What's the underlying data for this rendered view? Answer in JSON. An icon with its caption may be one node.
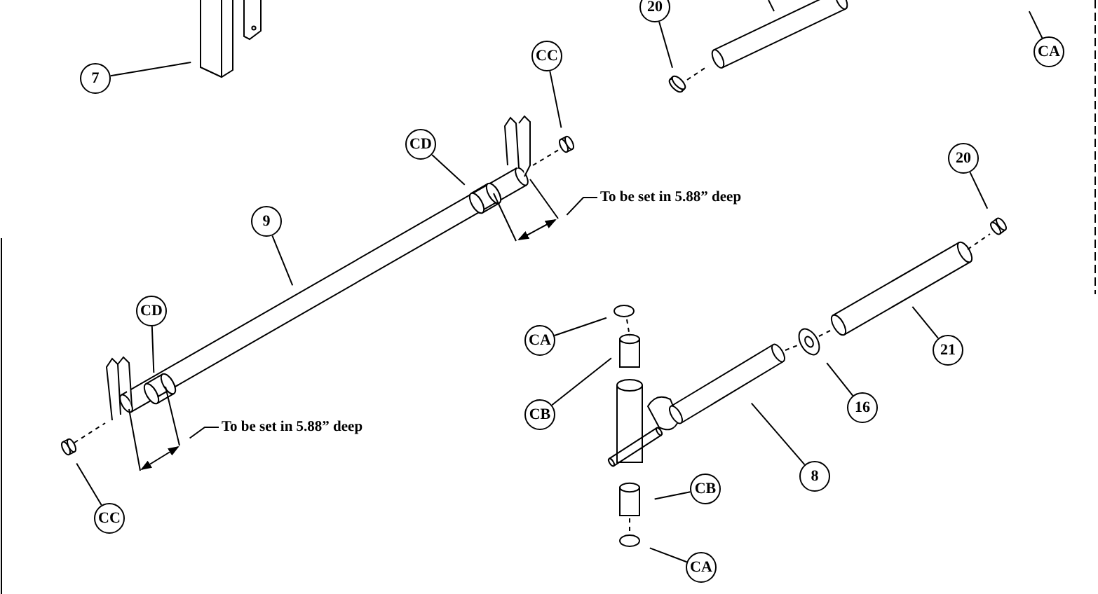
{
  "diagram": {
    "nodes": [
      {
        "text": [
          "20"
        ]
      },
      {
        "text": [
          "7"
        ]
      },
      {
        "text": [
          "CC"
        ]
      },
      {
        "text": [
          "CA"
        ]
      },
      {
        "text": [
          "CD"
        ]
      },
      {
        "text": [
          "20"
        ]
      },
      {
        "text": [
          "9"
        ]
      },
      {
        "text": [
          "To be set in 5.88” deep"
        ]
      },
      {
        "text": [
          "CD"
        ]
      },
      {
        "text": [
          "CA"
        ]
      },
      {
        "text": [
          "21"
        ]
      },
      {
        "text": [
          "CB"
        ]
      },
      {
        "text": [
          "16"
        ]
      },
      {
        "text": [
          "To be set in 5.88” deep"
        ]
      },
      {
        "text": [
          "8"
        ]
      },
      {
        "text": [
          "CB"
        ]
      },
      {
        "text": [
          "CC"
        ]
      },
      {
        "text": [
          "CA"
        ]
      }
    ],
    "edges": [
      {
        "from": 0,
        "to": null,
        "arrow": "none"
      },
      {
        "from": 1,
        "to": null,
        "arrow": "none"
      },
      {
        "from": 2,
        "to": null,
        "arrow": "none"
      },
      {
        "from": 3,
        "to": null,
        "arrow": "none"
      },
      {
        "from": 4,
        "to": null,
        "arrow": "none"
      },
      {
        "from": 5,
        "to": null,
        "arrow": "none"
      },
      {
        "from": 6,
        "to": null,
        "arrow": "none"
      },
      {
        "from": 7,
        "to": null,
        "arrow": "none"
      },
      {
        "from": 8,
        "to": null,
        "arrow": "none"
      },
      {
        "from": 9,
        "to": null,
        "arrow": "none"
      },
      {
        "from": 10,
        "to": null,
        "arrow": "none"
      },
      {
        "from": 11,
        "to": null,
        "arrow": "none"
      },
      {
        "from": 12,
        "to": null,
        "arrow": "none"
      },
      {
        "from": 13,
        "to": null,
        "arrow": "none"
      },
      {
        "from": 14,
        "to": null,
        "arrow": "none"
      },
      {
        "from": 15,
        "to": null,
        "arrow": "none"
      },
      {
        "from": 16,
        "to": null,
        "arrow": "none"
      },
      {
        "from": 17,
        "to": null,
        "arrow": "none"
      }
    ]
  }
}
